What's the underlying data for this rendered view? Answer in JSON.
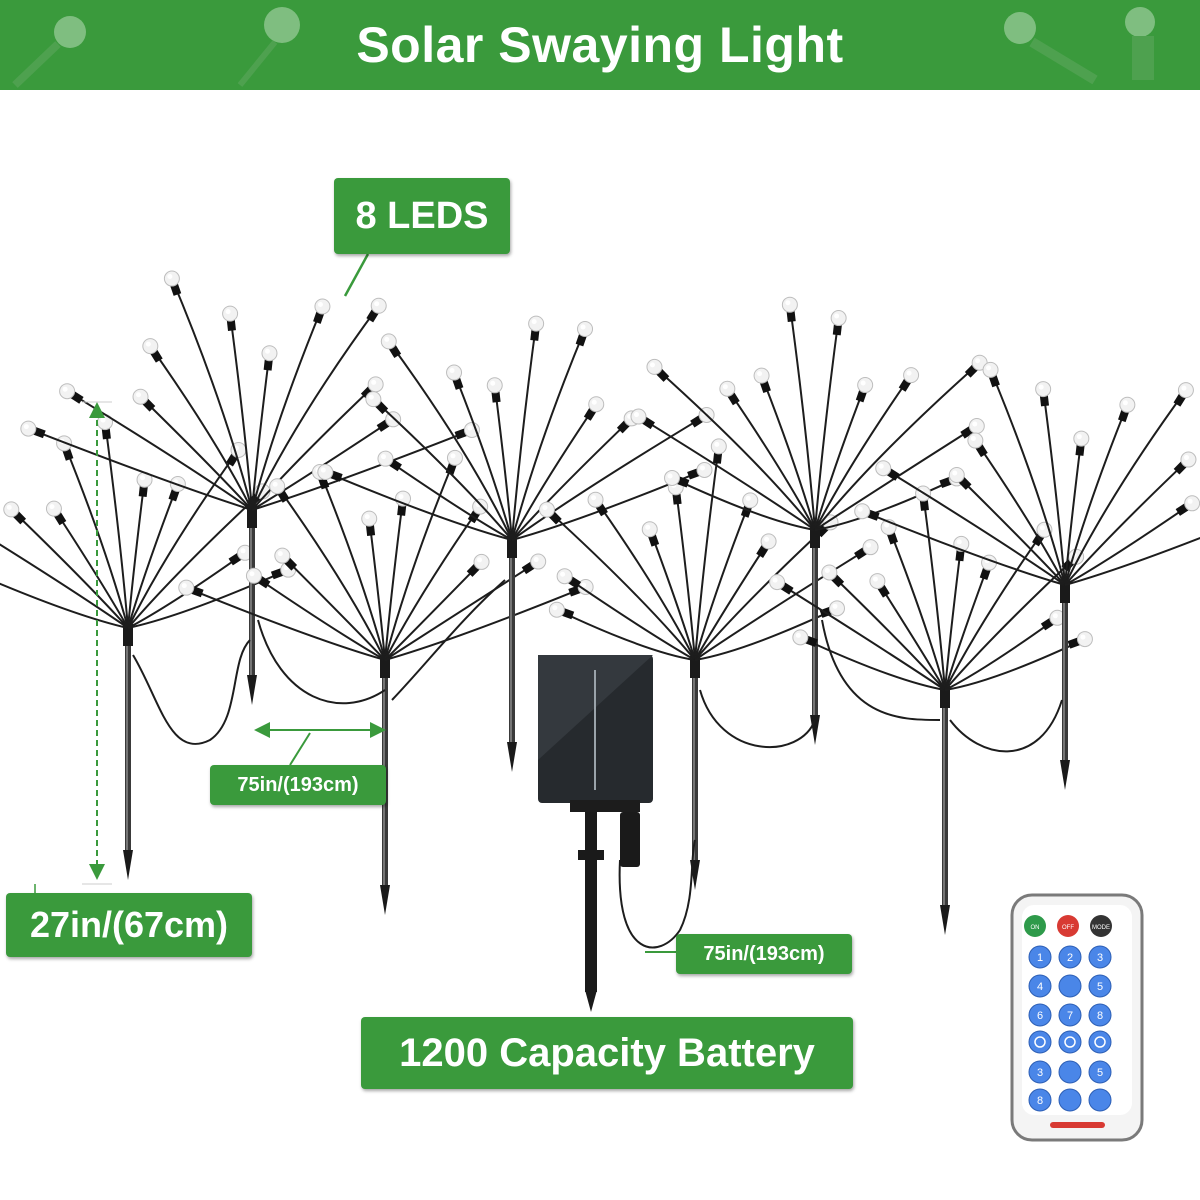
{
  "banner": {
    "title": "Solar Swaying Light"
  },
  "labels": {
    "leds": "8 LEDS",
    "height": "27in/(67cm)",
    "spacing_left": "75in/(193cm)",
    "spacing_right": "75in/(193cm)",
    "battery": "1200 Capacity Battery"
  },
  "remote": {
    "top_buttons": [
      "ON",
      "OFF",
      "MODE"
    ],
    "keypad_upper": [
      "1",
      "2",
      "3",
      "4",
      "5",
      "6",
      "7",
      "8"
    ],
    "keypad_lower": [
      "3",
      "5",
      "8"
    ]
  },
  "colors": {
    "accent_green": "#3a9a3c",
    "stem_black": "#1d1d1d",
    "remote_blue": "#4a86e8",
    "on_button": "#2e9a4a",
    "off_button": "#d83a33",
    "mode_button": "#333333",
    "panel_dark": "#262a2e"
  },
  "icons": [
    "bulb-icon",
    "solar-panel-icon",
    "ground-stake-icon",
    "remote-control-icon",
    "dimension-arrow-icon"
  ]
}
